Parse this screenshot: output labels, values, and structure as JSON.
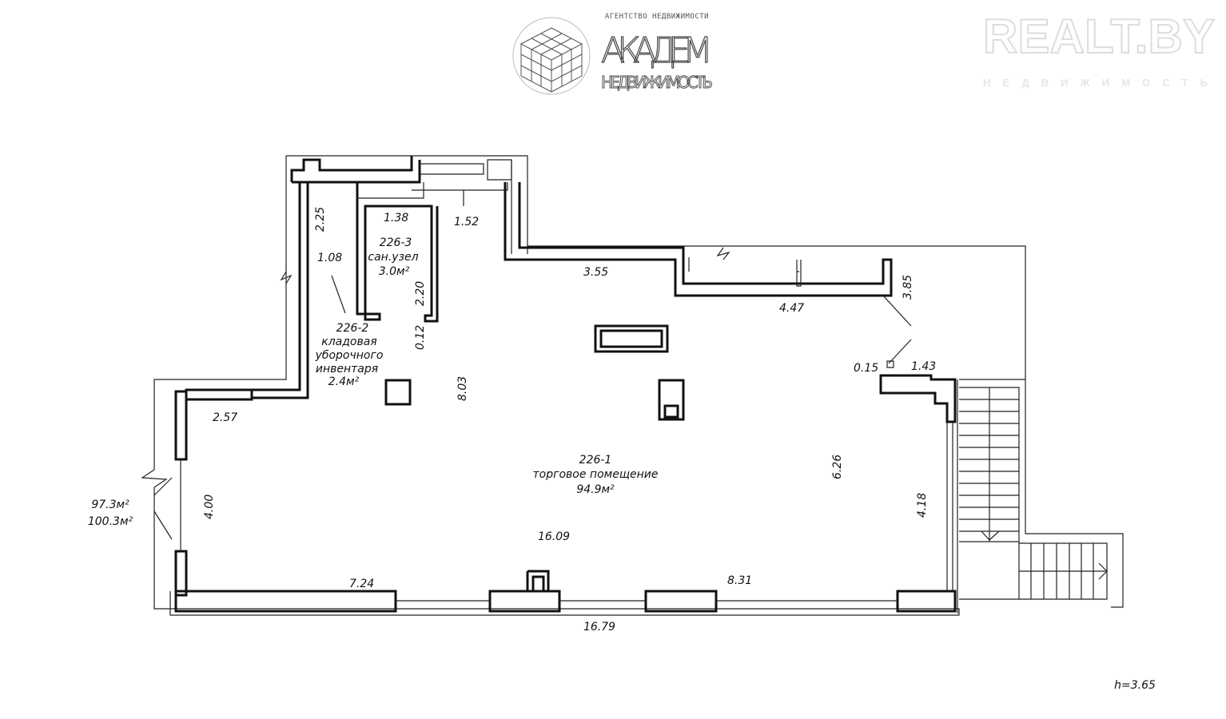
{
  "logos": {
    "agency": {
      "tagline": "АГЕНТСТВО НЕДВИЖИМОСТИ",
      "name": "АКАДЕМ",
      "subtitle": "НЕДВИЖИМОСТЬ"
    },
    "watermark": {
      "name": "REALT.BY",
      "subtitle": "НЕДВИЖИМОСТЬ"
    }
  },
  "rooms": [
    {
      "number": "226-1",
      "name": "торговое помещение",
      "area": "94.9м²"
    },
    {
      "number": "226-2",
      "name_lines": [
        "кладовая",
        "уборочного",
        "инвентаря"
      ],
      "area": "2.4м²"
    },
    {
      "number": "226-3",
      "name": "сан.узел",
      "area": "3.0м²"
    }
  ],
  "dimensions": {
    "d225": "2.25",
    "d138": "1.38",
    "d152": "1.52",
    "d108": "1.08",
    "d220": "2.20",
    "d012": "0.12",
    "d355": "3.55",
    "d447": "4.47",
    "d385": "3.85",
    "d803": "8.03",
    "d015": "0.15",
    "d143": "1.43",
    "d257": "2.57",
    "d626": "6.26",
    "d418": "4.18",
    "d400": "4.00",
    "d1609": "16.09",
    "d724": "7.24",
    "d831": "8.31",
    "d1679": "16.79"
  },
  "totals": {
    "area_living": "97.3м²",
    "area_total": "100.3м²"
  },
  "height": "h=3.65"
}
